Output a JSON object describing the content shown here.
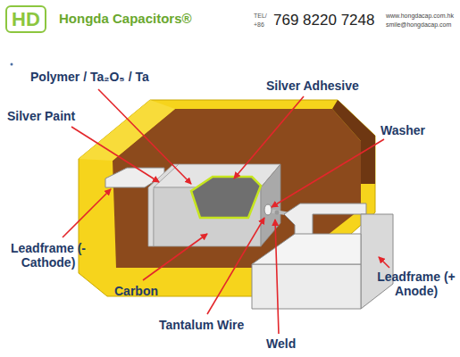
{
  "diagram": {
    "nodes": [
      {
        "text": [
          "HD"
        ]
      }
    ],
    "labels": [
      "Hongda Capacitors®",
      "TEL/",
      "+86",
      "769 8220 7248",
      "www.hongdacap.com.hk",
      "smile@hongdacap.com",
      "Polymer / Ta₂O₅ / Ta",
      "Silver Adhesive",
      "Silver Paint",
      "Washer",
      "Leadframe (- Cathode)",
      "Carbon",
      "Tantalum Wire",
      "Weld",
      "Leadframe (+ Anode)"
    ]
  }
}
